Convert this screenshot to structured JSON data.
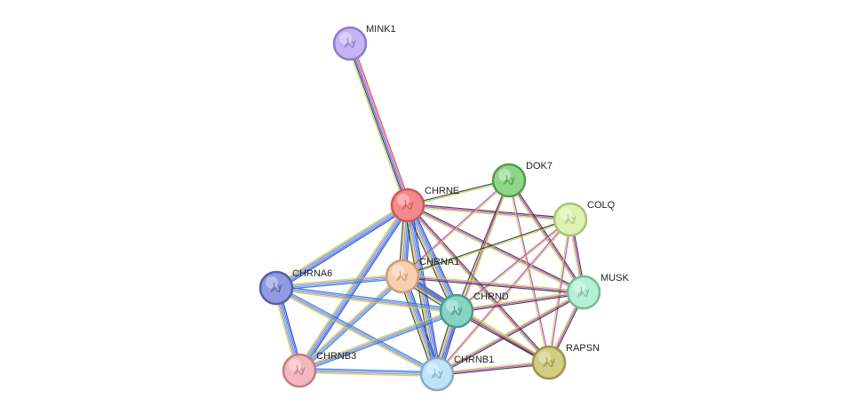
{
  "nodes": [
    {
      "id": "MINK1",
      "label": "MINK1",
      "color": "#c6b4f5",
      "stroke": "#8e78cc"
    },
    {
      "id": "CHRNE",
      "label": "CHRNE",
      "color": "#f58a8a",
      "stroke": "#c85a5a"
    },
    {
      "id": "DOK7",
      "label": "DOK7",
      "color": "#8fd68a",
      "stroke": "#4f9d4b"
    },
    {
      "id": "COLQ",
      "label": "COLQ",
      "color": "#dcf2ae",
      "stroke": "#a9c276"
    },
    {
      "id": "CHRNA1",
      "label": "CHRNA1",
      "color": "#f7cfae",
      "stroke": "#c99d78"
    },
    {
      "id": "CHRNA6",
      "label": "CHRNA6",
      "color": "#8f9be0",
      "stroke": "#5560a8"
    },
    {
      "id": "CHRND",
      "label": "CHRND",
      "color": "#84d3c3",
      "stroke": "#4b9a8b"
    },
    {
      "id": "MUSK",
      "label": "MUSK",
      "color": "#b6f0d4",
      "stroke": "#77b89a"
    },
    {
      "id": "CHRNB3",
      "label": "CHRNB3",
      "color": "#f3b8bd",
      "stroke": "#c07e84"
    },
    {
      "id": "CHRNB1",
      "label": "CHRNB1",
      "color": "#bfe3f7",
      "stroke": "#82adc6"
    },
    {
      "id": "RAPSN",
      "label": "RAPSN",
      "color": "#d2cd80",
      "stroke": "#9a954b"
    }
  ],
  "edges": [
    {
      "source": "MINK1",
      "target": "CHRNE",
      "colors": [
        "#e33b3b",
        "#cc66cc",
        "#3366ff",
        "#333333",
        "#b5d84b"
      ]
    },
    {
      "source": "CHRNE",
      "target": "DOK7",
      "colors": [
        "#333333",
        "#b5d84b"
      ]
    },
    {
      "source": "CHRNE",
      "target": "COLQ",
      "colors": [
        "#333333",
        "#cc33cc",
        "#b5d84b"
      ]
    },
    {
      "source": "CHRNE",
      "target": "MUSK",
      "colors": [
        "#333333",
        "#cc33cc",
        "#b5d84b"
      ]
    },
    {
      "source": "CHRNE",
      "target": "RAPSN",
      "colors": [
        "#333333",
        "#cc33cc",
        "#b5d84b"
      ]
    },
    {
      "source": "CHRNE",
      "target": "CHRNA1",
      "colors": [
        "#3333cc",
        "#3366ff",
        "#33b3b3",
        "#cc66cc",
        "#b5d84b",
        "#333333"
      ]
    },
    {
      "source": "CHRNE",
      "target": "CHRNA6",
      "colors": [
        "#3333cc",
        "#3366ff",
        "#33b3b3",
        "#cc66cc",
        "#b5d84b"
      ]
    },
    {
      "source": "CHRNE",
      "target": "CHRND",
      "colors": [
        "#3333cc",
        "#3366ff",
        "#33b3b3",
        "#cc66cc",
        "#b5d84b",
        "#333333"
      ]
    },
    {
      "source": "CHRNE",
      "target": "CHRNB3",
      "colors": [
        "#3333cc",
        "#3366ff",
        "#33b3b3",
        "#cc66cc",
        "#b5d84b"
      ]
    },
    {
      "source": "CHRNE",
      "target": "CHRNB1",
      "colors": [
        "#3333cc",
        "#3366ff",
        "#33b3b3",
        "#cc66cc",
        "#b5d84b",
        "#333333"
      ]
    },
    {
      "source": "DOK7",
      "target": "MUSK",
      "colors": [
        "#333333",
        "#cc33cc",
        "#b5d84b"
      ]
    },
    {
      "source": "DOK7",
      "target": "RAPSN",
      "colors": [
        "#cc33cc",
        "#b5d84b"
      ]
    },
    {
      "source": "DOK7",
      "target": "CHRNA1",
      "colors": [
        "#b5d84b",
        "#cc33cc"
      ]
    },
    {
      "source": "DOK7",
      "target": "CHRND",
      "colors": [
        "#b5d84b",
        "#333333"
      ]
    },
    {
      "source": "DOK7",
      "target": "CHRNB1",
      "colors": [
        "#b5d84b",
        "#cc33cc"
      ]
    },
    {
      "source": "COLQ",
      "target": "MUSK",
      "colors": [
        "#333333",
        "#cc33cc",
        "#b5d84b"
      ]
    },
    {
      "source": "COLQ",
      "target": "RAPSN",
      "colors": [
        "#cc33cc",
        "#b5d84b"
      ]
    },
    {
      "source": "COLQ",
      "target": "CHRNA1",
      "colors": [
        "#b5d84b",
        "#333333"
      ]
    },
    {
      "source": "COLQ",
      "target": "CHRND",
      "colors": [
        "#b5d84b",
        "#cc33cc"
      ]
    },
    {
      "source": "COLQ",
      "target": "CHRNB1",
      "colors": [
        "#b5d84b",
        "#cc33cc"
      ]
    },
    {
      "source": "MUSK",
      "target": "RAPSN",
      "colors": [
        "#333333",
        "#cc33cc",
        "#b5d84b"
      ]
    },
    {
      "source": "MUSK",
      "target": "CHRNA1",
      "colors": [
        "#333333",
        "#cc33cc",
        "#b5d84b"
      ]
    },
    {
      "source": "MUSK",
      "target": "CHRND",
      "colors": [
        "#333333",
        "#cc33cc",
        "#b5d84b"
      ]
    },
    {
      "source": "MUSK",
      "target": "CHRNB1",
      "colors": [
        "#333333",
        "#cc33cc",
        "#b5d84b"
      ]
    },
    {
      "source": "RAPSN",
      "target": "CHRNA1",
      "colors": [
        "#333333",
        "#cc33cc",
        "#b5d84b"
      ]
    },
    {
      "source": "RAPSN",
      "target": "CHRND",
      "colors": [
        "#333333",
        "#cc33cc",
        "#b5d84b"
      ]
    },
    {
      "source": "RAPSN",
      "target": "CHRNB1",
      "colors": [
        "#333333",
        "#cc33cc",
        "#b5d84b"
      ]
    },
    {
      "source": "CHRNA1",
      "target": "CHRNA6",
      "colors": [
        "#3366ff",
        "#33b3b3",
        "#cc66cc",
        "#b5d84b"
      ]
    },
    {
      "source": "CHRNA1",
      "target": "CHRND",
      "colors": [
        "#3333cc",
        "#3366ff",
        "#33b3b3",
        "#cc66cc",
        "#b5d84b",
        "#333333"
      ]
    },
    {
      "source": "CHRNA1",
      "target": "CHRNB3",
      "colors": [
        "#3366ff",
        "#33b3b3",
        "#cc66cc",
        "#b5d84b"
      ]
    },
    {
      "source": "CHRNA1",
      "target": "CHRNB1",
      "colors": [
        "#3333cc",
        "#3366ff",
        "#33b3b3",
        "#cc66cc",
        "#b5d84b",
        "#333333"
      ]
    },
    {
      "source": "CHRNA6",
      "target": "CHRND",
      "colors": [
        "#3366ff",
        "#33b3b3",
        "#cc66cc",
        "#b5d84b"
      ]
    },
    {
      "source": "CHRNA6",
      "target": "CHRNB3",
      "colors": [
        "#3333cc",
        "#3366ff",
        "#33b3b3",
        "#cc66cc",
        "#b5d84b"
      ]
    },
    {
      "source": "CHRNA6",
      "target": "CHRNB1",
      "colors": [
        "#3366ff",
        "#33b3b3",
        "#cc66cc",
        "#b5d84b"
      ]
    },
    {
      "source": "CHRND",
      "target": "CHRNB3",
      "colors": [
        "#3366ff",
        "#33b3b3",
        "#cc66cc",
        "#b5d84b"
      ]
    },
    {
      "source": "CHRND",
      "target": "CHRNB1",
      "colors": [
        "#3333cc",
        "#3366ff",
        "#33b3b3",
        "#cc66cc",
        "#b5d84b",
        "#333333"
      ]
    },
    {
      "source": "CHRNB3",
      "target": "CHRNB1",
      "colors": [
        "#3366ff",
        "#33b3b3",
        "#cc66cc",
        "#b5d84b"
      ]
    }
  ]
}
